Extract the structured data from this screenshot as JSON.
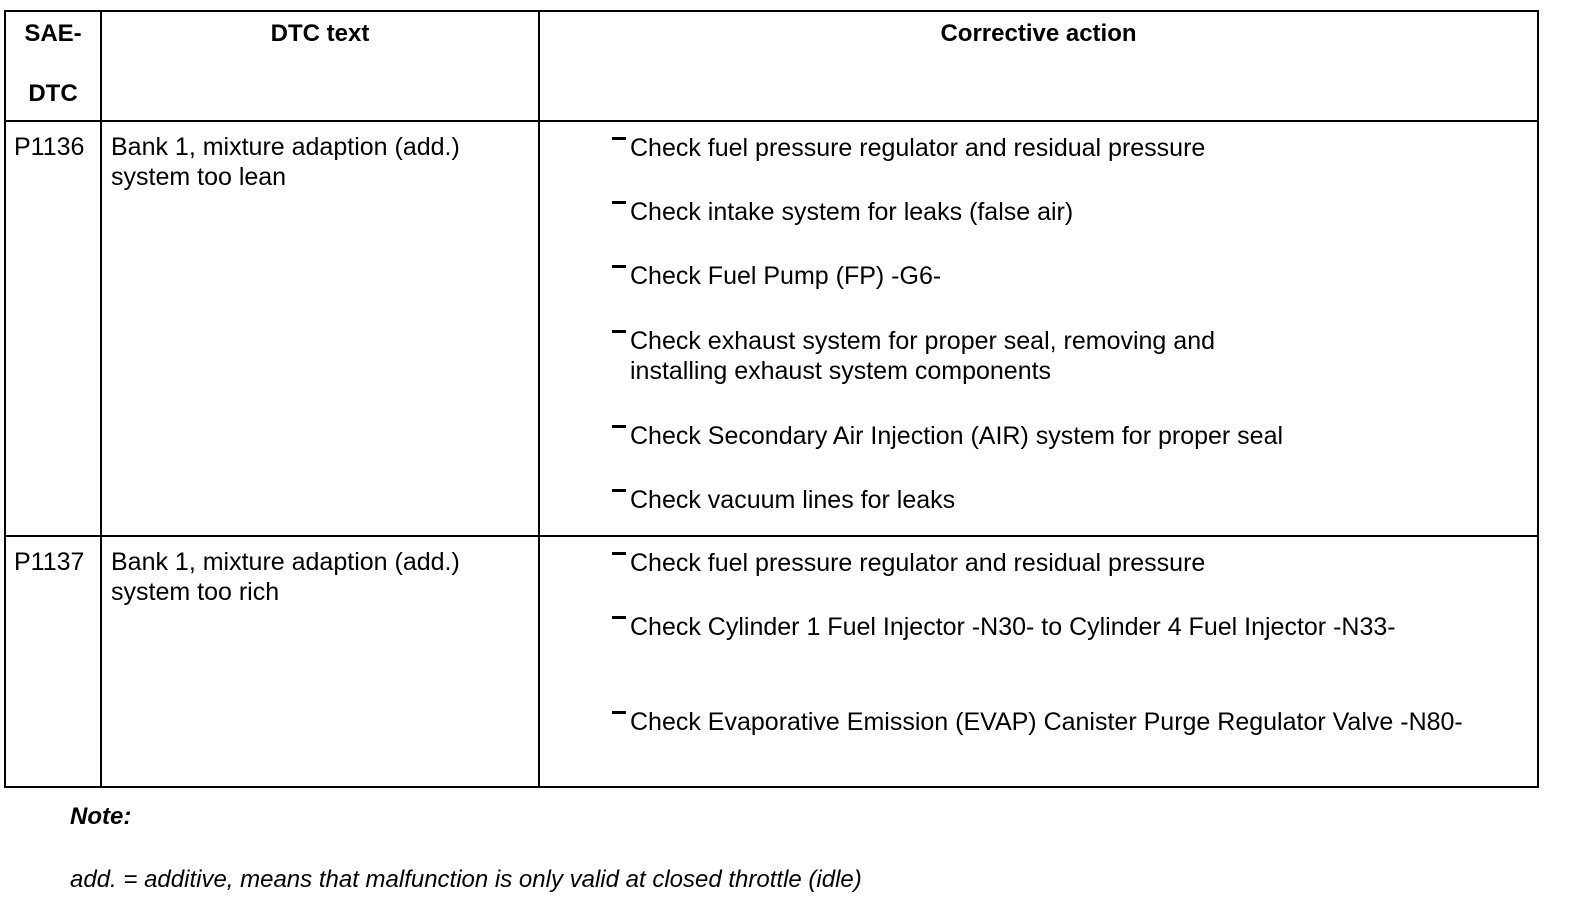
{
  "table": {
    "headers": {
      "code_line1": "SAE-",
      "code_line2": "DTC",
      "text": "DTC text",
      "action": "Corrective action"
    },
    "rows": [
      {
        "code": "P1136",
        "text": "Bank 1, mixture adaption (add.) system too lean",
        "actions": [
          "Check fuel pressure regulator and residual pressure",
          "Check intake system for leaks (false air)",
          "Check Fuel Pump (FP) -G6-",
          "Check exhaust system for proper seal, removing and installing exhaust system components",
          "Check Secondary Air Injection (AIR) system for proper seal",
          "Check vacuum lines for leaks"
        ]
      },
      {
        "code": "P1137",
        "text": "Bank 1, mixture adaption (add.) system too rich",
        "actions": [
          "Check fuel pressure regulator and residual pressure",
          "Check Cylinder 1 Fuel Injector -N30- to Cylinder 4 Fuel Injector -N33-",
          "Check Evaporative Emission (EVAP) Canister Purge Regulator Valve -N80-"
        ]
      }
    ]
  },
  "note": {
    "title": "Note:",
    "text": "add. = additive, means that malfunction is only valid at closed throttle (idle)"
  }
}
